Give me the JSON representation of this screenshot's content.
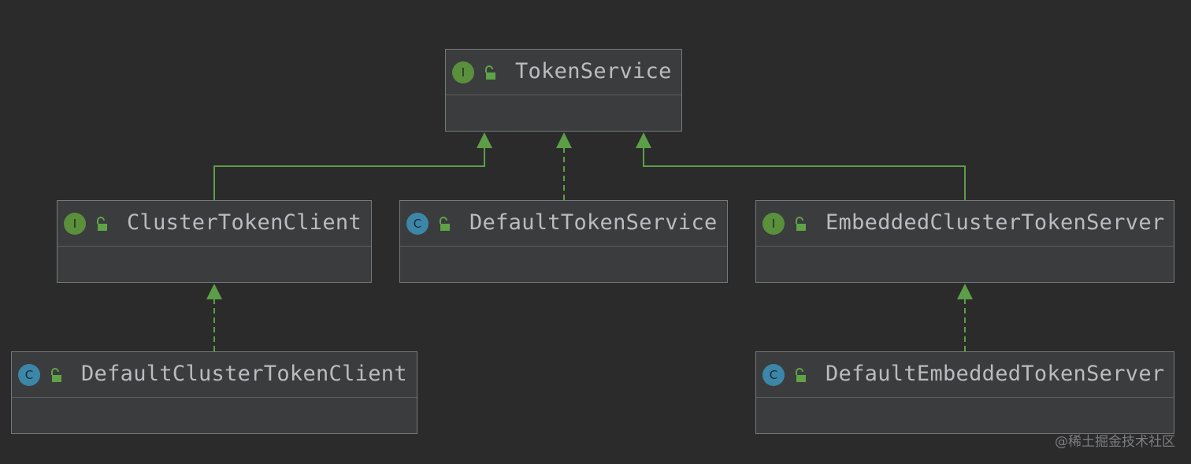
{
  "diagram": {
    "nodes": [
      {
        "id": "token-service",
        "kind": "interface",
        "badge": "I",
        "label": "TokenService"
      },
      {
        "id": "cluster-token-client",
        "kind": "interface",
        "badge": "I",
        "label": "ClusterTokenClient"
      },
      {
        "id": "default-token-service",
        "kind": "class",
        "badge": "C",
        "label": "DefaultTokenService"
      },
      {
        "id": "embedded-cluster-token-server",
        "kind": "interface",
        "badge": "I",
        "label": "EmbeddedClusterTokenServer"
      },
      {
        "id": "default-cluster-token-client",
        "kind": "class",
        "badge": "C",
        "label": "DefaultClusterTokenClient"
      },
      {
        "id": "default-embedded-token-server",
        "kind": "class",
        "badge": "C",
        "label": "DefaultEmbeddedTokenServer"
      }
    ],
    "edges": [
      {
        "from": "cluster-token-client",
        "to": "token-service",
        "type": "extends"
      },
      {
        "from": "default-token-service",
        "to": "token-service",
        "type": "implements"
      },
      {
        "from": "embedded-cluster-token-server",
        "to": "token-service",
        "type": "extends"
      },
      {
        "from": "default-cluster-token-client",
        "to": "cluster-token-client",
        "type": "implements"
      },
      {
        "from": "default-embedded-token-server",
        "to": "embedded-cluster-token-server",
        "type": "implements"
      }
    ],
    "colors": {
      "background": "#2b2b2b",
      "node_fill": "#3b3c3e",
      "node_border": "#77787a",
      "edge": "#5c9e48",
      "interface_badge": "#5a8f3b",
      "class_badge": "#3c86a8",
      "lock": "#5fa346"
    },
    "icons": {
      "visibility": "unlocked-padlock-icon"
    }
  },
  "watermark": "@稀土掘金技术社区"
}
